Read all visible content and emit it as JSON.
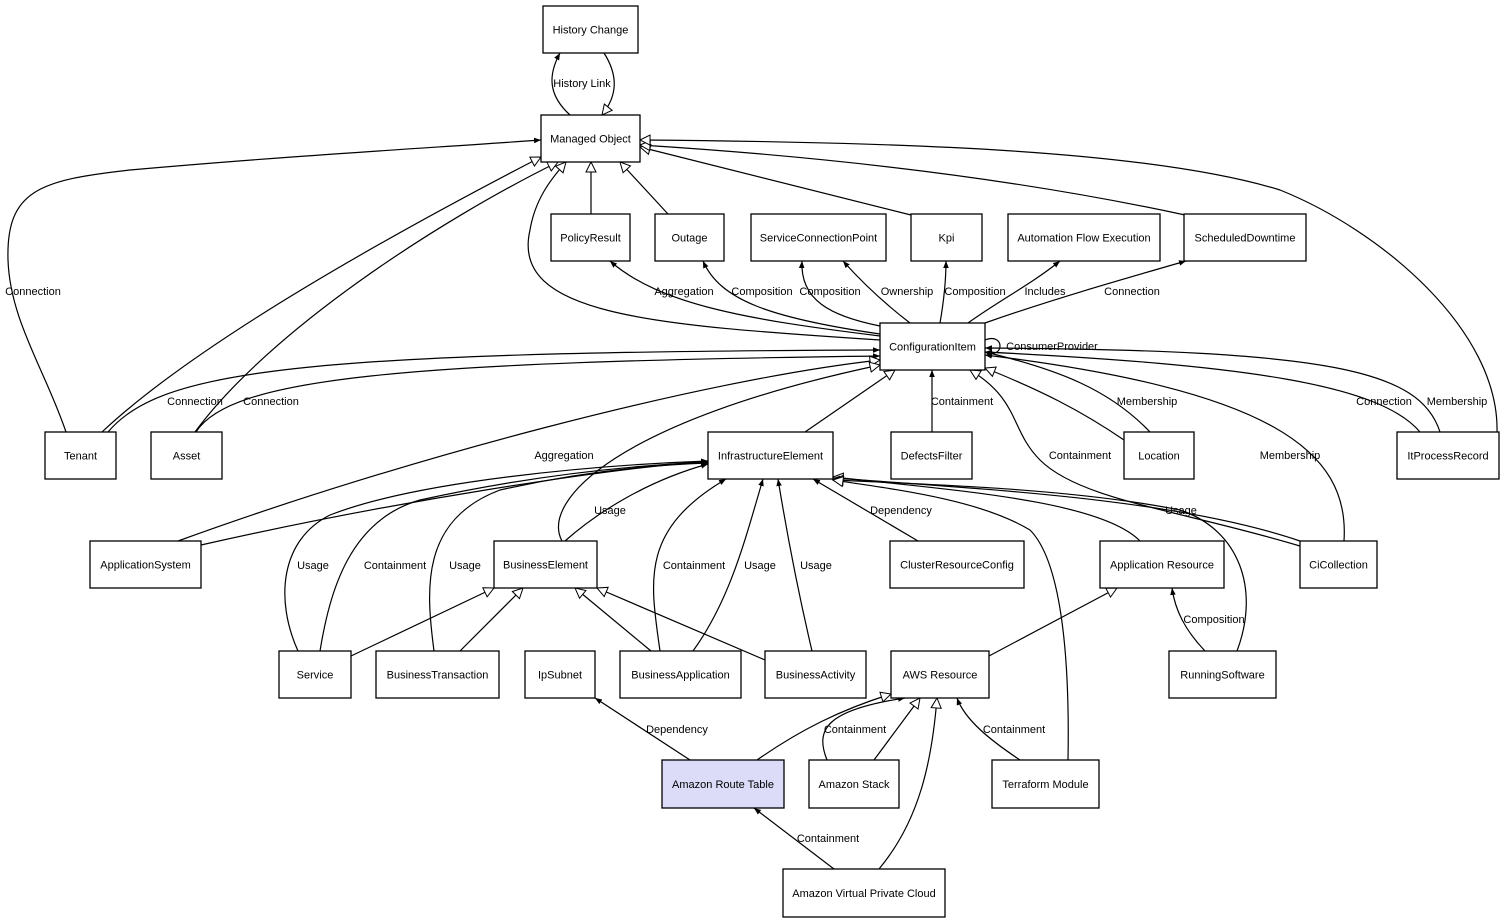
{
  "nodes": [
    {
      "id": "history_change",
      "label": "History Change"
    },
    {
      "id": "managed_object",
      "label": "Managed Object"
    },
    {
      "id": "policy_result",
      "label": "PolicyResult"
    },
    {
      "id": "outage",
      "label": "Outage"
    },
    {
      "id": "service_connection_point",
      "label": "ServiceConnectionPoint"
    },
    {
      "id": "kpi",
      "label": "Kpi"
    },
    {
      "id": "automation_flow_execution",
      "label": "Automation Flow Execution"
    },
    {
      "id": "scheduled_downtime",
      "label": "ScheduledDowntime"
    },
    {
      "id": "configuration_item",
      "label": "ConfigurationItem"
    },
    {
      "id": "tenant",
      "label": "Tenant"
    },
    {
      "id": "asset",
      "label": "Asset"
    },
    {
      "id": "infrastructure_element",
      "label": "InfrastructureElement"
    },
    {
      "id": "defects_filter",
      "label": "DefectsFilter"
    },
    {
      "id": "location",
      "label": "Location"
    },
    {
      "id": "it_process_record",
      "label": "ItProcessRecord"
    },
    {
      "id": "application_system",
      "label": "ApplicationSystem"
    },
    {
      "id": "business_element",
      "label": "BusinessElement"
    },
    {
      "id": "cluster_resource_config",
      "label": "ClusterResourceConfig"
    },
    {
      "id": "application_resource",
      "label": "Application Resource"
    },
    {
      "id": "ci_collection",
      "label": "CiCollection"
    },
    {
      "id": "service",
      "label": "Service"
    },
    {
      "id": "business_transaction",
      "label": "BusinessTransaction"
    },
    {
      "id": "ip_subnet",
      "label": "IpSubnet"
    },
    {
      "id": "business_application",
      "label": "BusinessApplication"
    },
    {
      "id": "business_activity",
      "label": "BusinessActivity"
    },
    {
      "id": "aws_resource",
      "label": "AWS Resource"
    },
    {
      "id": "running_software",
      "label": "RunningSoftware"
    },
    {
      "id": "amazon_route_table",
      "label": "Amazon Route Table"
    },
    {
      "id": "amazon_stack",
      "label": "Amazon Stack"
    },
    {
      "id": "terraform_module",
      "label": "Terraform Module"
    },
    {
      "id": "amazon_virtual_private_cloud",
      "label": "Amazon Virtual Private Cloud"
    }
  ],
  "edges": [
    {
      "id": "e_hist_link",
      "from": "managed_object",
      "to": "history_change",
      "label": "History Link",
      "kind": "assoc"
    },
    {
      "id": "e_hist_inherit",
      "from": "history_change",
      "to": "managed_object",
      "label": "",
      "kind": "inherit"
    },
    {
      "id": "e_policy_inherit",
      "from": "policy_result",
      "to": "managed_object",
      "label": "",
      "kind": "inherit"
    },
    {
      "id": "e_outage_inherit",
      "from": "outage",
      "to": "managed_object",
      "label": "",
      "kind": "inherit"
    },
    {
      "id": "e_kpi_inherit",
      "from": "kpi",
      "to": "managed_object",
      "label": "",
      "kind": "inherit"
    },
    {
      "id": "e_sched_inherit",
      "from": "scheduled_downtime",
      "to": "managed_object",
      "label": "",
      "kind": "inherit"
    },
    {
      "id": "e_itpr_inherit",
      "from": "it_process_record",
      "to": "managed_object",
      "label": "",
      "kind": "inherit"
    },
    {
      "id": "e_tenant_inherit",
      "from": "tenant",
      "to": "managed_object",
      "label": "",
      "kind": "inherit"
    },
    {
      "id": "e_asset_inherit",
      "from": "asset",
      "to": "managed_object",
      "label": "",
      "kind": "inherit"
    },
    {
      "id": "e_ci_inherit",
      "from": "configuration_item",
      "to": "managed_object",
      "label": "",
      "kind": "inherit"
    },
    {
      "id": "e_tenant_conn_mo",
      "from": "tenant",
      "to": "managed_object",
      "label": "Connection",
      "kind": "assoc"
    },
    {
      "id": "e_ci_policy",
      "from": "configuration_item",
      "to": "policy_result",
      "label": "Aggregation",
      "kind": "assoc"
    },
    {
      "id": "e_ci_outage",
      "from": "configuration_item",
      "to": "outage",
      "label": "Composition",
      "kind": "assoc"
    },
    {
      "id": "e_ci_scp_comp",
      "from": "configuration_item",
      "to": "service_connection_point",
      "label": "Composition",
      "kind": "assoc"
    },
    {
      "id": "e_ci_scp_own",
      "from": "configuration_item",
      "to": "service_connection_point",
      "label": "Ownership",
      "kind": "assoc"
    },
    {
      "id": "e_ci_kpi",
      "from": "configuration_item",
      "to": "kpi",
      "label": "Composition",
      "kind": "assoc"
    },
    {
      "id": "e_ci_afe",
      "from": "configuration_item",
      "to": "automation_flow_execution",
      "label": "Includes",
      "kind": "assoc"
    },
    {
      "id": "e_ci_sched",
      "from": "configuration_item",
      "to": "scheduled_downtime",
      "label": "Connection",
      "kind": "assoc"
    },
    {
      "id": "e_ci_self",
      "from": "configuration_item",
      "to": "configuration_item",
      "label": "ConsumerProvider",
      "kind": "assoc"
    },
    {
      "id": "e_tenant_ci",
      "from": "tenant",
      "to": "configuration_item",
      "label": "Connection",
      "kind": "assoc"
    },
    {
      "id": "e_asset_ci",
      "from": "asset",
      "to": "configuration_item",
      "label": "Connection",
      "kind": "assoc"
    },
    {
      "id": "e_appsys_ci",
      "from": "application_system",
      "to": "configuration_item",
      "label": "Aggregation",
      "kind": "inherit"
    },
    {
      "id": "e_be_ci",
      "from": "business_element",
      "to": "configuration_item",
      "label": "",
      "kind": "inherit"
    },
    {
      "id": "e_ie_ci",
      "from": "infrastructure_element",
      "to": "configuration_item",
      "label": "",
      "kind": "inherit"
    },
    {
      "id": "e_defects_ci",
      "from": "defects_filter",
      "to": "configuration_item",
      "label": "Containment",
      "kind": "assoc"
    },
    {
      "id": "e_location_ci_inh",
      "from": "location",
      "to": "configuration_item",
      "label": "",
      "kind": "inherit"
    },
    {
      "id": "e_location_ci",
      "from": "location",
      "to": "configuration_item",
      "label": "Membership",
      "kind": "assoc"
    },
    {
      "id": "e_cicoll_ci_cont",
      "from": "ci_collection",
      "to": "configuration_item",
      "label": "Containment",
      "kind": "inherit"
    },
    {
      "id": "e_cicoll_ci_mem",
      "from": "ci_collection",
      "to": "configuration_item",
      "label": "Membership",
      "kind": "assoc"
    },
    {
      "id": "e_itpr_ci_conn",
      "from": "it_process_record",
      "to": "configuration_item",
      "label": "Connection",
      "kind": "assoc"
    },
    {
      "id": "e_itpr_ci_mem",
      "from": "it_process_record",
      "to": "configuration_item",
      "label": "Membership",
      "kind": "assoc"
    },
    {
      "id": "e_appsys_ie",
      "from": "application_system",
      "to": "infrastructure_element",
      "label": "",
      "kind": "assoc"
    },
    {
      "id": "e_service_ie_usage",
      "from": "service",
      "to": "infrastructure_element",
      "label": "Usage",
      "kind": "assoc"
    },
    {
      "id": "e_service_ie_cont",
      "from": "service",
      "to": "infrastructure_element",
      "label": "Containment",
      "kind": "assoc"
    },
    {
      "id": "e_bt_ie",
      "from": "business_transaction",
      "to": "infrastructure_element",
      "label": "Usage",
      "kind": "assoc"
    },
    {
      "id": "e_be_ie",
      "from": "business_element",
      "to": "infrastructure_element",
      "label": "Usage",
      "kind": "assoc"
    },
    {
      "id": "e_ba_ie_cont",
      "from": "business_application",
      "to": "infrastructure_element",
      "label": "Containment",
      "kind": "assoc"
    },
    {
      "id": "e_ba_ie_usage",
      "from": "business_application",
      "to": "infrastructure_element",
      "label": "Usage",
      "kind": "assoc"
    },
    {
      "id": "e_bact_ie",
      "from": "business_activity",
      "to": "infrastructure_element",
      "label": "Usage",
      "kind": "assoc"
    },
    {
      "id": "e_crc_ie",
      "from": "cluster_resource_config",
      "to": "infrastructure_element",
      "label": "Dependency",
      "kind": "assoc"
    },
    {
      "id": "e_ar_ie",
      "from": "application_resource",
      "to": "infrastructure_element",
      "label": "",
      "kind": "inherit"
    },
    {
      "id": "e_cicoll_ie",
      "from": "ci_collection",
      "to": "infrastructure_element",
      "label": "Usage",
      "kind": "assoc"
    },
    {
      "id": "e_rs_ie",
      "from": "running_software",
      "to": "infrastructure_element",
      "label": "",
      "kind": "inherit"
    },
    {
      "id": "e_tf_ie",
      "from": "terraform_module",
      "to": "infrastructure_element",
      "label": "",
      "kind": "inherit"
    },
    {
      "id": "e_service_be",
      "from": "service",
      "to": "business_element",
      "label": "",
      "kind": "inherit"
    },
    {
      "id": "e_bt_be",
      "from": "business_transaction",
      "to": "business_element",
      "label": "",
      "kind": "inherit"
    },
    {
      "id": "e_bapp_be",
      "from": "business_application",
      "to": "business_element",
      "label": "",
      "kind": "inherit"
    },
    {
      "id": "e_bact_be",
      "from": "business_activity",
      "to": "business_element",
      "label": "",
      "kind": "inherit"
    },
    {
      "id": "e_aws_ar",
      "from": "aws_resource",
      "to": "application_resource",
      "label": "",
      "kind": "inherit"
    },
    {
      "id": "e_rs_ar",
      "from": "running_software",
      "to": "application_resource",
      "label": "Composition",
      "kind": "assoc"
    },
    {
      "id": "e_art_ip",
      "from": "amazon_route_table",
      "to": "ip_subnet",
      "label": "Dependency",
      "kind": "assoc"
    },
    {
      "id": "e_art_aws",
      "from": "amazon_route_table",
      "to": "aws_resource",
      "label": "",
      "kind": "inherit"
    },
    {
      "id": "e_stack_aws_cont",
      "from": "amazon_stack",
      "to": "aws_resource",
      "label": "Containment",
      "kind": "assoc"
    },
    {
      "id": "e_stack_aws_inh",
      "from": "amazon_stack",
      "to": "aws_resource",
      "label": "",
      "kind": "inherit"
    },
    {
      "id": "e_tf_aws",
      "from": "terraform_module",
      "to": "aws_resource",
      "label": "Containment",
      "kind": "assoc"
    },
    {
      "id": "e_vpc_art",
      "from": "amazon_virtual_private_cloud",
      "to": "amazon_route_table",
      "label": "Containment",
      "kind": "assoc"
    },
    {
      "id": "e_vpc_aws",
      "from": "amazon_virtual_private_cloud",
      "to": "aws_resource",
      "label": "",
      "kind": "inherit"
    }
  ]
}
